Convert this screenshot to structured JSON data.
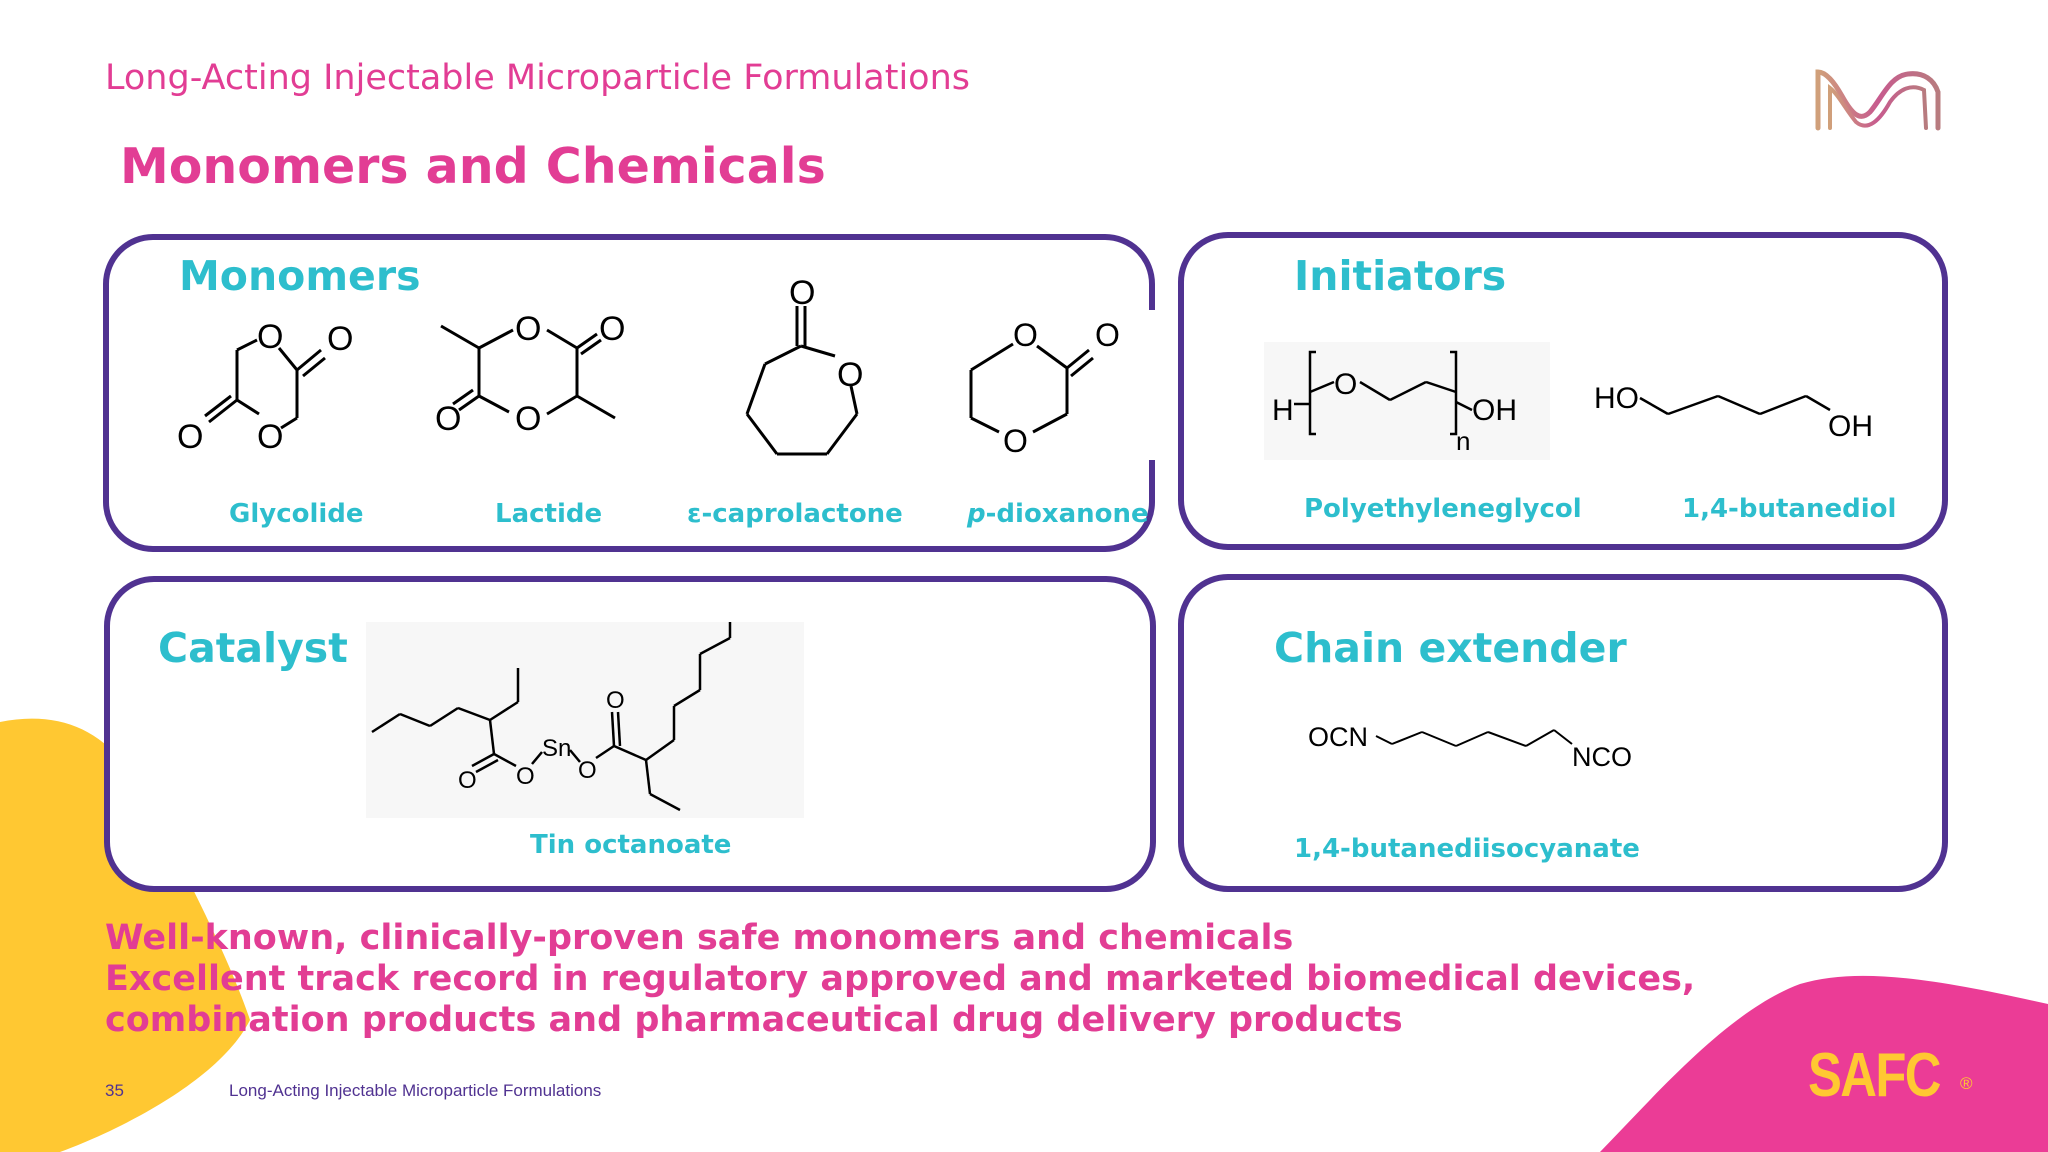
{
  "header": {
    "title": "Long-Acting Injectable Microparticle Formulations"
  },
  "slide": {
    "title": "Monomers and Chemicals"
  },
  "panels": {
    "monomers": {
      "title": "Monomers",
      "items": [
        {
          "label": "Glycolide"
        },
        {
          "label": "Lactide"
        },
        {
          "label": "ε-caprolactone"
        },
        {
          "label_prefix": "p",
          "label_suffix": "-dioxanone"
        }
      ]
    },
    "initiators": {
      "title": "Initiators",
      "items": [
        {
          "label": "Polyethyleneglycol"
        },
        {
          "label": "1,4-butanediol"
        }
      ]
    },
    "catalyst": {
      "title": "Catalyst",
      "items": [
        {
          "label": "Tin octanoate"
        }
      ]
    },
    "chain_extender": {
      "title": "Chain extender",
      "items": [
        {
          "label": "1,4-butanediisocyanate"
        }
      ]
    }
  },
  "structures": {
    "atom_O": "O",
    "atom_H": "H",
    "atom_OH": "OH",
    "atom_HO": "HO",
    "atom_n": "n",
    "atom_Sn": "Sn",
    "atom_OCN": "OCN",
    "atom_NCO": "NCO"
  },
  "bullets": [
    "Well-known, clinically-proven safe monomers and chemicals",
    "Excellent track record in regulatory approved and marketed biomedical devices,",
    "combination products and pharmaceutical drug delivery products"
  ],
  "footer": {
    "page_number": "35",
    "text": "Long-Acting Injectable Microparticle Formulations"
  },
  "brand": {
    "name": "SAFC",
    "registered": "®"
  },
  "colors": {
    "pink": "#e23d94",
    "purple": "#503291",
    "teal": "#2dbecd",
    "yellow": "#ffc832",
    "magenta": "#eb3c96"
  }
}
